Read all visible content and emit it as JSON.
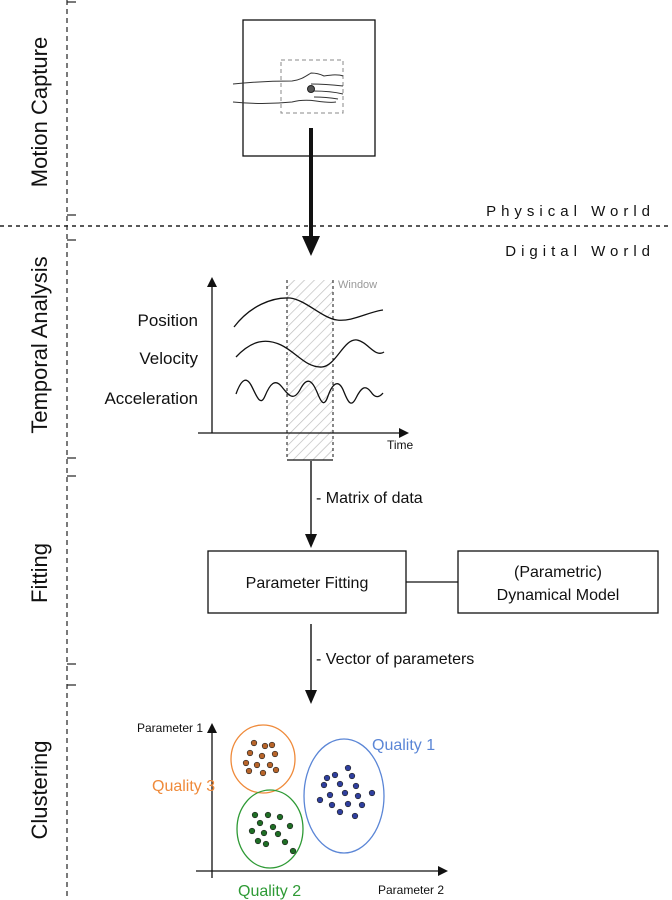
{
  "sections": {
    "motion_capture": "Motion Capture",
    "temporal_analysis": "Temporal Analysis",
    "fitting": "Fitting",
    "clustering": "Clustering"
  },
  "worlds": {
    "physical": "Physical World",
    "digital": "Digital World"
  },
  "temporal": {
    "window": "Window",
    "position": "Position",
    "velocity": "Velocity",
    "acceleration": "Acceleration",
    "time": "Time"
  },
  "edges": {
    "matrix": "- Matrix of data",
    "vector": "- Vector of parameters"
  },
  "boxes": {
    "parameter_fitting": "Parameter Fitting",
    "model_line1": "(Parametric)",
    "model_line2": "Dynamical Model"
  },
  "clustering": {
    "parameter1": "Parameter 1",
    "parameter2": "Parameter 2",
    "quality1": "Quality 1",
    "quality2": "Quality 2",
    "quality3": "Quality 3"
  },
  "colors": {
    "quality1": "#5b86d6",
    "quality2": "#2e9a35",
    "quality3": "#ef8a3a",
    "dot1": "#2f3f9e",
    "dot2": "#1f6e25",
    "dot3": "#b8652a"
  }
}
